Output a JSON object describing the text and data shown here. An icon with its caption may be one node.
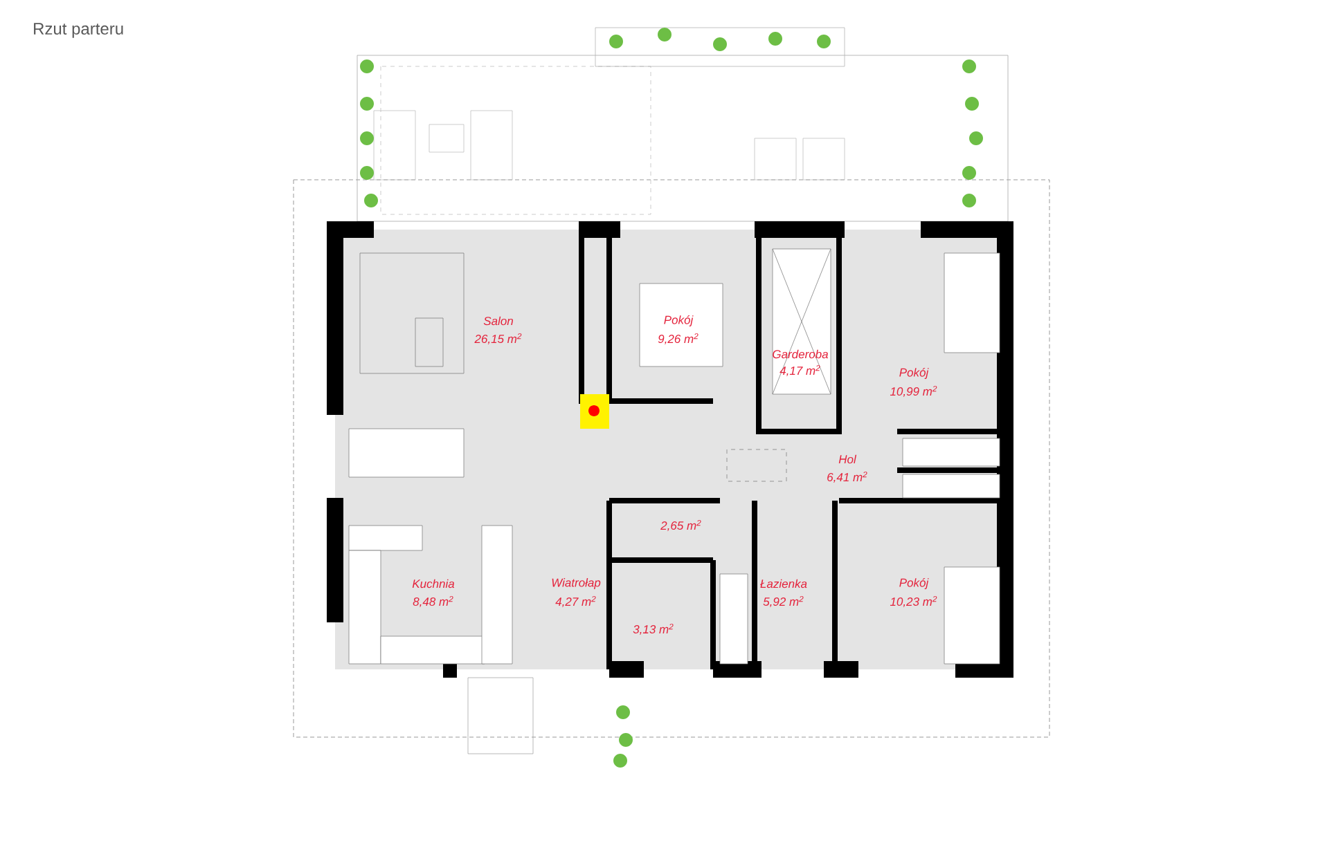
{
  "diagram": {
    "title": "Rzut parteru",
    "labels": [
      "Salon",
      "26,15 m$^{2}$",
      "Pokój",
      "9,26 m$^{2}$",
      "Garderoba",
      "4,17 m$^{2}$",
      "Pokój",
      "10,99 m$^{2}$",
      "Hol",
      "6,41 m$^{2}$",
      "2,65 m$^{2}$",
      "Kuchnia",
      "8,48 m$^{2}$",
      "Wiatrołap",
      "4,27 m$^{2}$",
      "Łazienka",
      "5,92 m$^{2}$",
      "Pokój",
      "10,23 m$^{2}$",
      "3,13 m$^{2}$"
    ]
  }
}
